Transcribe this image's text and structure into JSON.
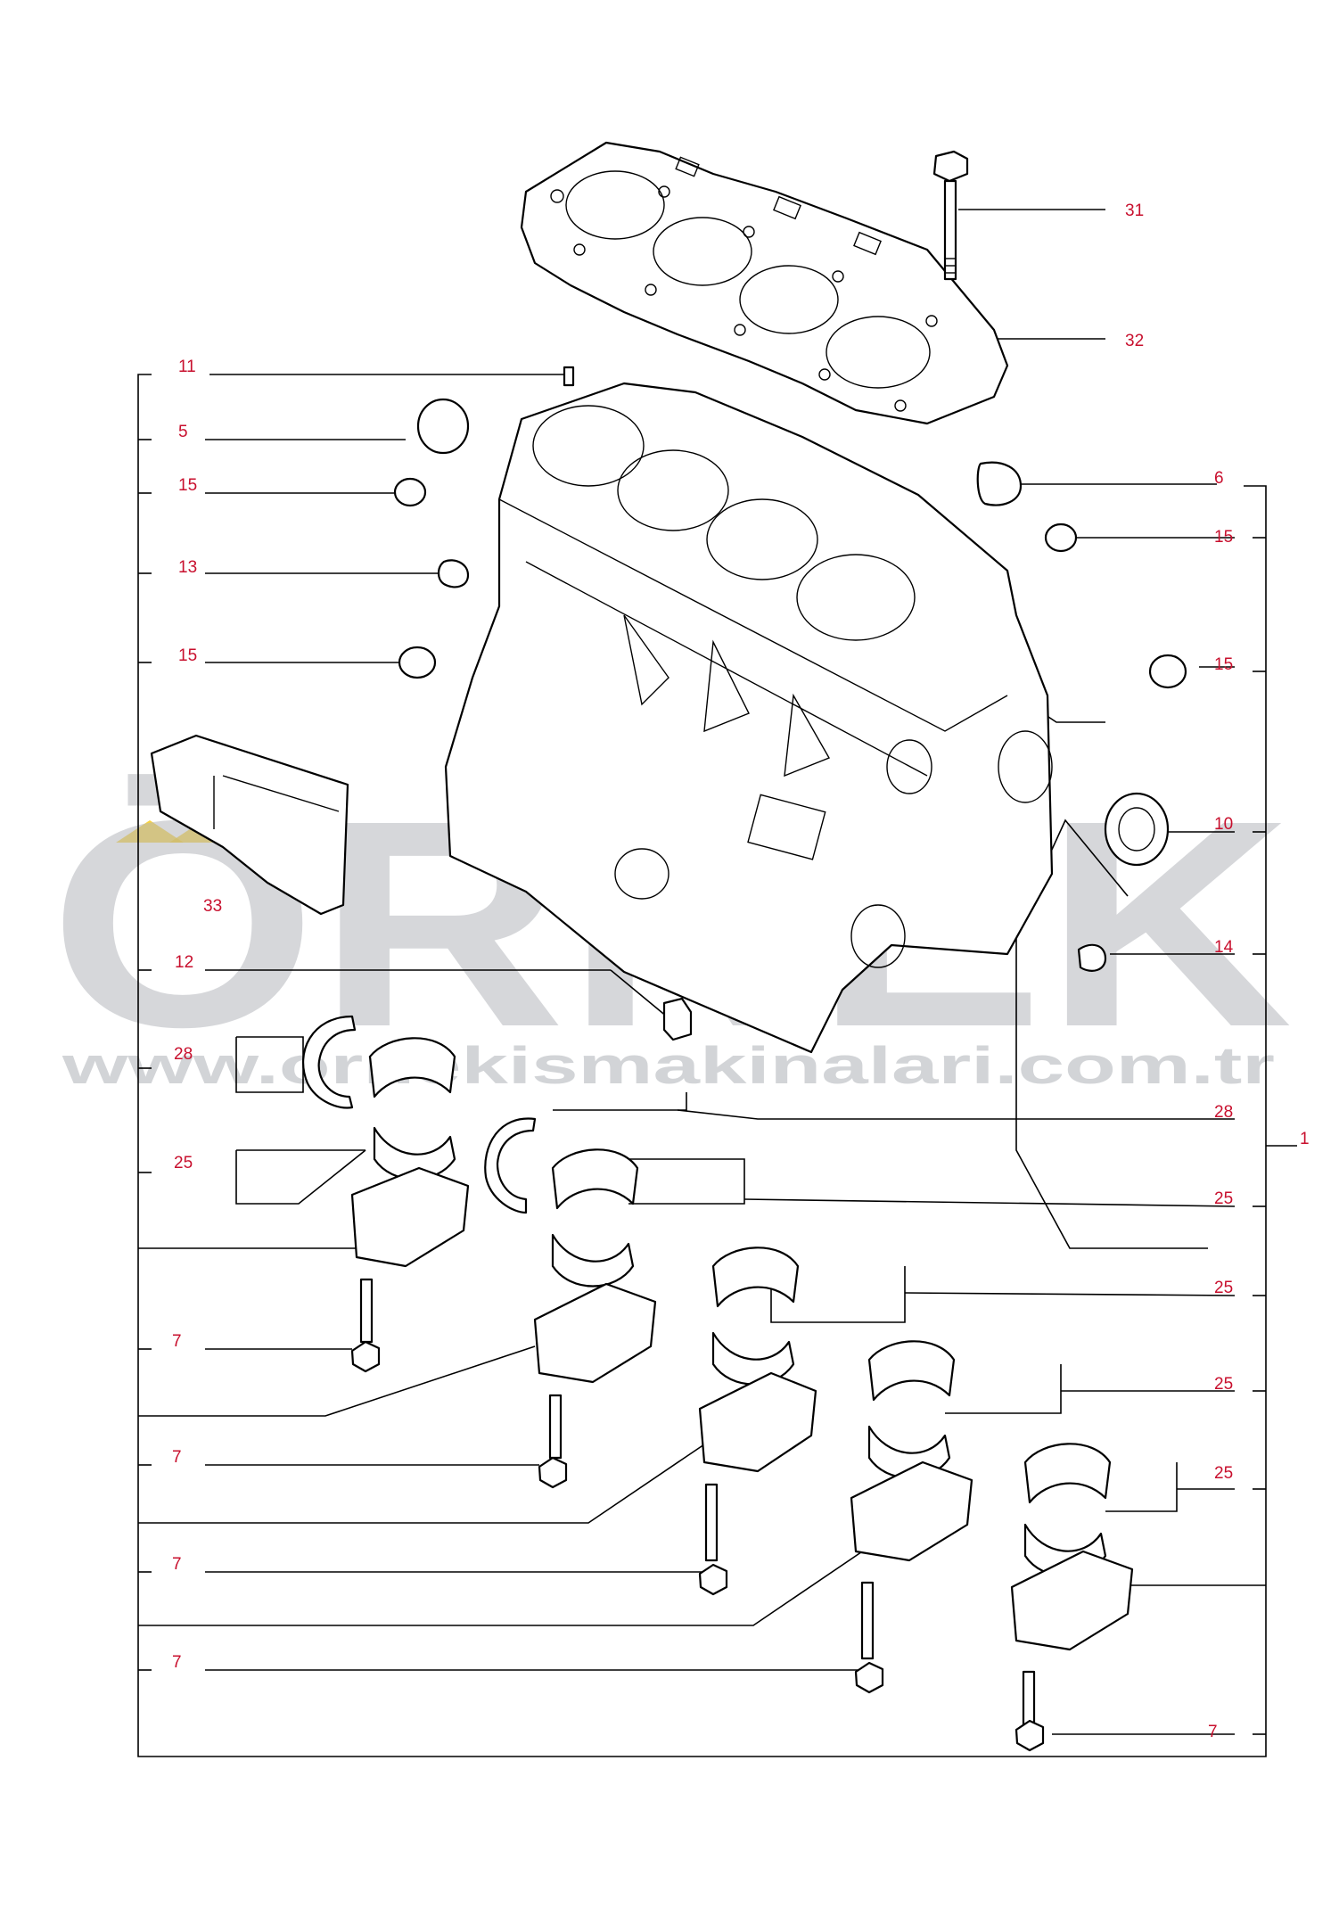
{
  "watermark": {
    "brand": "ÖRNEK",
    "url": "www.ornekismakinalari.com.tr",
    "accent_color": "#f5c400",
    "text_color": "#b5b8bd"
  },
  "callouts": {
    "c1": "1",
    "c5": "5",
    "c6": "6",
    "c7a": "7",
    "c7b": "7",
    "c7c": "7",
    "c7d": "7",
    "c7e": "7",
    "c10": "10",
    "c11": "11",
    "c12": "12",
    "c13": "13",
    "c14": "14",
    "c15a": "15",
    "c15b": "15",
    "c15c": "15",
    "c15d": "15",
    "c15e": "15",
    "c25a": "25",
    "c25b": "25",
    "c25c": "25",
    "c25d": "25",
    "c25e": "25",
    "c25f": "25",
    "c28a": "28",
    "c28b": "28",
    "c31": "31",
    "c32": "32",
    "c33": "33"
  },
  "colors": {
    "callout": "#c8102e",
    "line": "#000000"
  }
}
